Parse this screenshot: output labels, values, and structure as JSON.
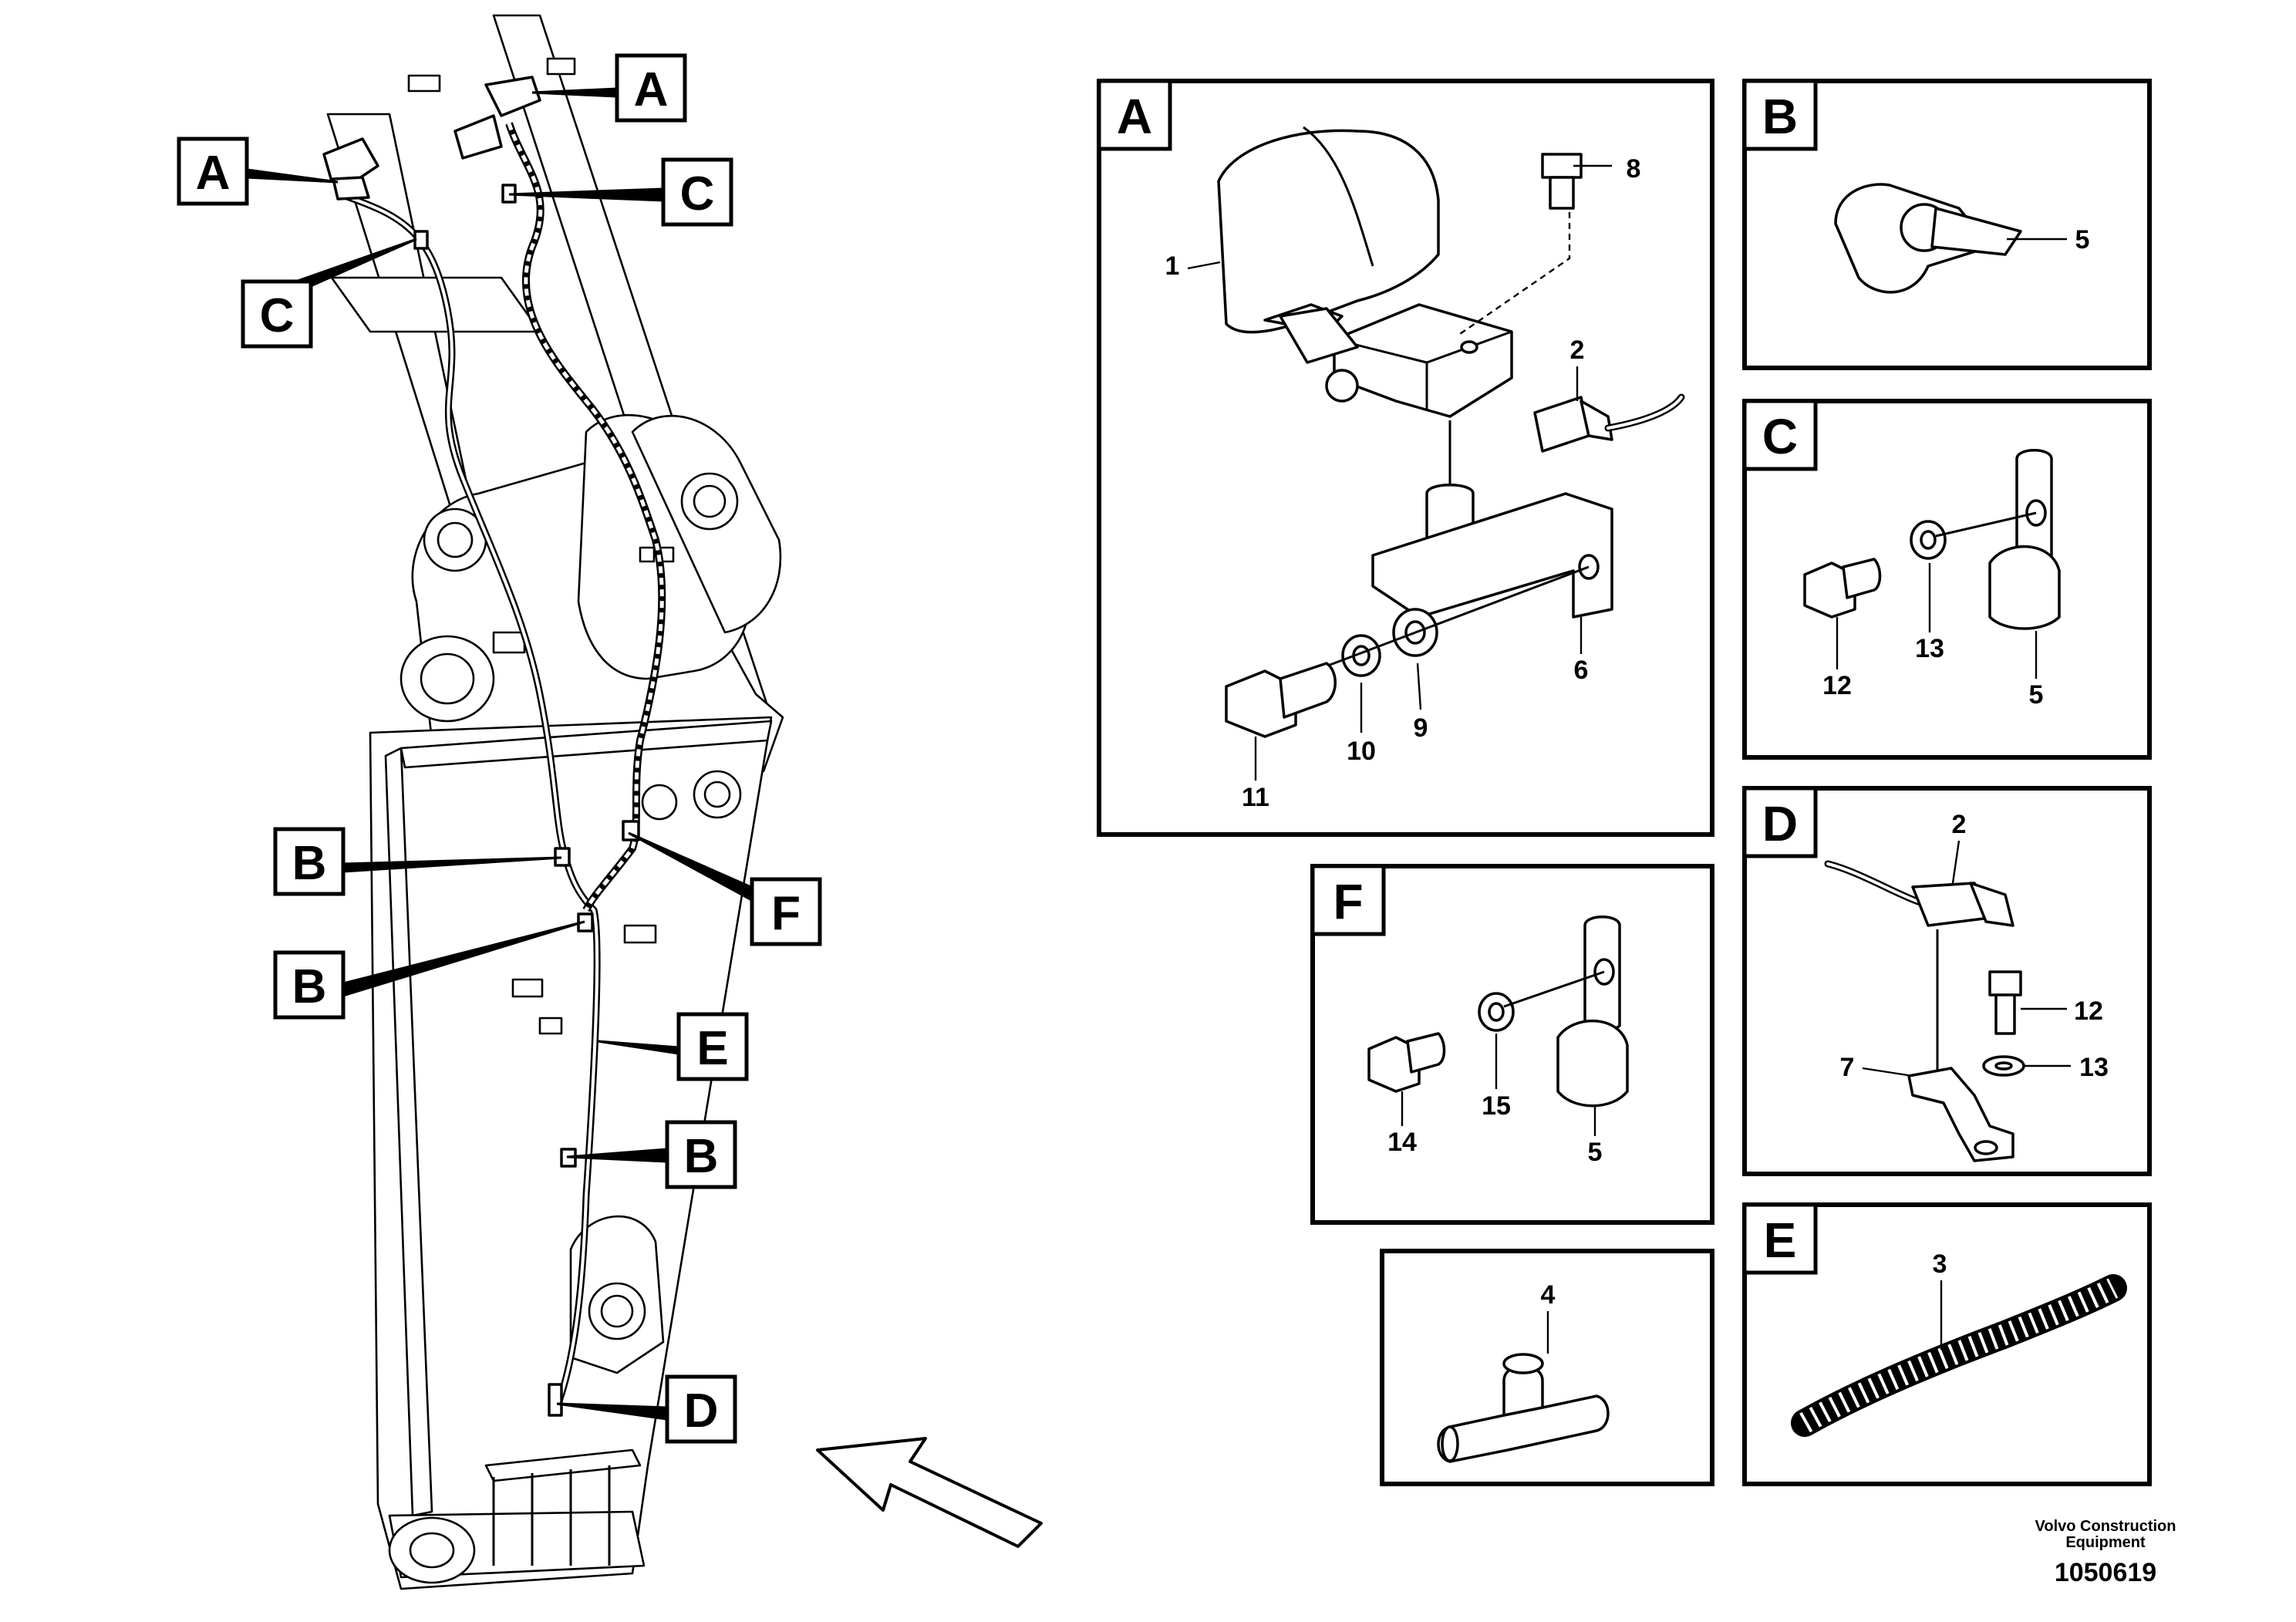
{
  "main_view": {
    "callouts": [
      {
        "id": "A",
        "label": "A"
      },
      {
        "id": "A2",
        "label": "A"
      },
      {
        "id": "C",
        "label": "C"
      },
      {
        "id": "C2",
        "label": "C"
      },
      {
        "id": "B",
        "label": "B"
      },
      {
        "id": "B2",
        "label": "B"
      },
      {
        "id": "B3",
        "label": "B"
      },
      {
        "id": "F",
        "label": "F"
      },
      {
        "id": "E",
        "label": "E"
      },
      {
        "id": "D",
        "label": "D"
      }
    ]
  },
  "detail_panels": {
    "A": {
      "tag": "A",
      "numbers": [
        "1",
        "8",
        "2",
        "6",
        "9",
        "10",
        "11"
      ]
    },
    "B": {
      "tag": "B",
      "numbers": [
        "5"
      ]
    },
    "C": {
      "tag": "C",
      "numbers": [
        "12",
        "13",
        "5"
      ]
    },
    "D": {
      "tag": "D",
      "numbers": [
        "2",
        "12",
        "7",
        "13"
      ]
    },
    "E": {
      "tag": "E",
      "numbers": [
        "3"
      ]
    },
    "F": {
      "tag": "F",
      "numbers": [
        "14",
        "15",
        "5"
      ]
    },
    "T": {
      "tag": "",
      "numbers": [
        "4"
      ]
    }
  },
  "footer": {
    "company_line1": "Volvo Construction",
    "company_line2": "Equipment",
    "drawing_number": "1050619"
  }
}
